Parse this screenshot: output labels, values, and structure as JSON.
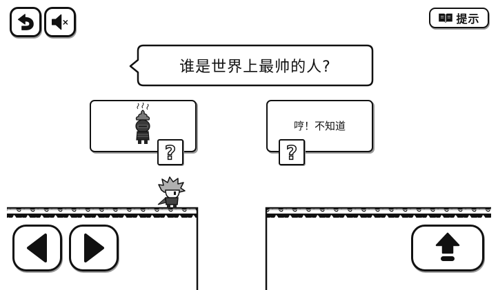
{
  "top_bar": {
    "back_button": {
      "icon": "undo-arrow-icon"
    },
    "mute_button": {
      "icon": "speaker-muted-icon"
    },
    "hint_button": {
      "icon": "open-book-icon",
      "label": "提示"
    }
  },
  "question": {
    "text": "谁是世界上最帅的人?"
  },
  "choices": [
    {
      "icon": "hooded-character-icon",
      "hint_mark": "?"
    },
    {
      "text": "哼！不知道",
      "hint_mark": "?"
    }
  ],
  "player": {
    "icon": "hero-character-icon"
  },
  "controls": {
    "move_left": {
      "icon": "left-triangle-icon"
    },
    "move_right": {
      "icon": "right-triangle-icon"
    },
    "jump": {
      "icon": "up-arrow-icon"
    }
  },
  "colors": {
    "ink": "#111111",
    "background": "#ffffff",
    "shadow": "#9a9a9a"
  }
}
